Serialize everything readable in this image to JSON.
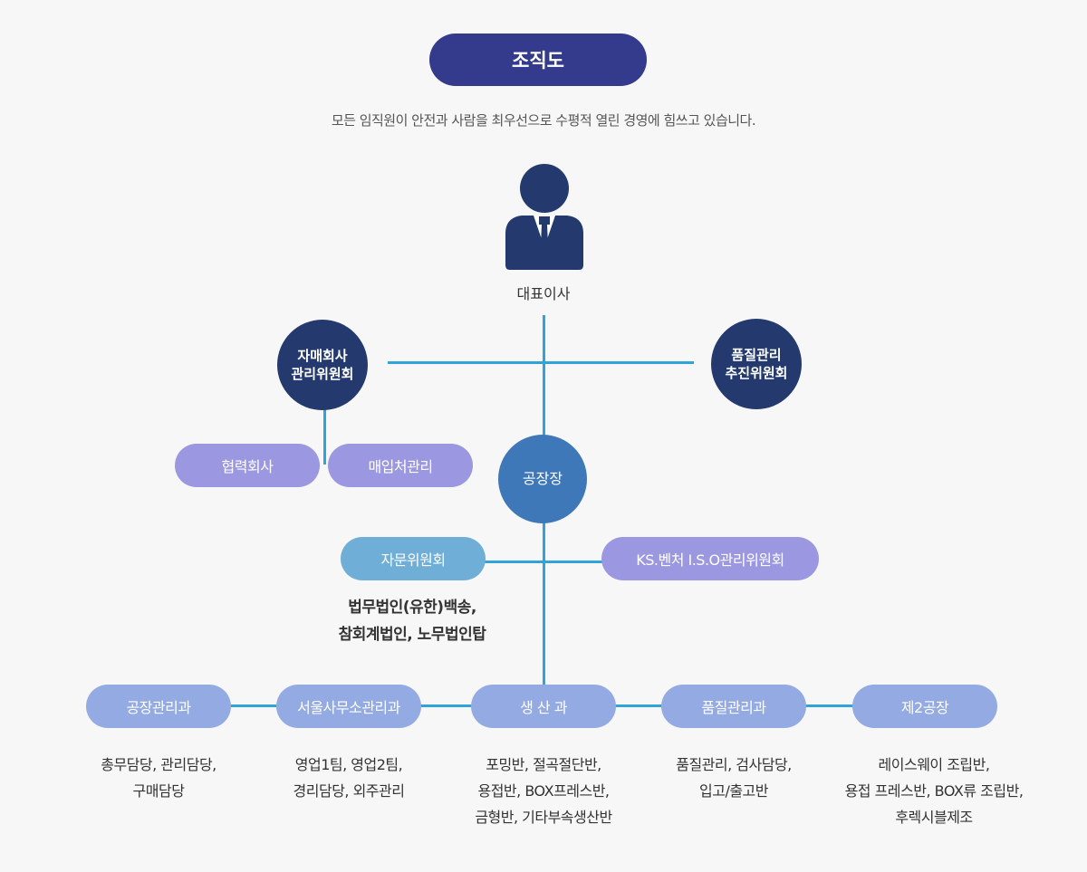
{
  "header": {
    "title": "조직도",
    "subtitle": "모든 임직원이 안전과 사람을 최우선으로 수평적 열린 경영에 힘쓰고 있습니다."
  },
  "ceo": {
    "label": "대표이사",
    "icon": "person-suit-icon"
  },
  "committees": {
    "left": "자매회사\n관리위원회",
    "right": "품질관리\n추진위원회"
  },
  "subsidiaries": {
    "left": "협력회사",
    "right": "매입처관리"
  },
  "plant_manager": "공장장",
  "advisory": {
    "label": "자문위원회",
    "members": [
      "법무법인(유한)백송,",
      "참회계법인, 노무법인탑"
    ]
  },
  "ks_committee": "KS.벤처 I.S.O관리위원회",
  "departments": [
    {
      "label": "공장관리과",
      "duties": [
        "총무담당, 관리담당,",
        "구매담당"
      ]
    },
    {
      "label": "서울사무소관리과",
      "duties": [
        "영업1팀, 영업2팀,",
        "경리담당, 외주관리"
      ]
    },
    {
      "label": "생 산 과",
      "duties": [
        "포밍반, 절곡절단반,",
        "용접반, BOX프레스반,",
        "금형반, 기타부속생산반"
      ]
    },
    {
      "label": "품질관리과",
      "duties": [
        "품질관리, 검사담당,",
        "입고/출고반"
      ]
    },
    {
      "label": "제2공장",
      "duties": [
        "레이스웨이 조립반,",
        "용접 프레스반, BOX류 조립반,",
        "후렉시블제조"
      ]
    }
  ],
  "colors": {
    "title_bg": "#343a8c",
    "dark_circle": "#243a6e",
    "plant_manager": "#3f78b8",
    "line": "#2ea4d8",
    "purple_pill": "#9b97e0",
    "advisory_pill": "#6faed6",
    "department_pill": "#94aae2"
  }
}
